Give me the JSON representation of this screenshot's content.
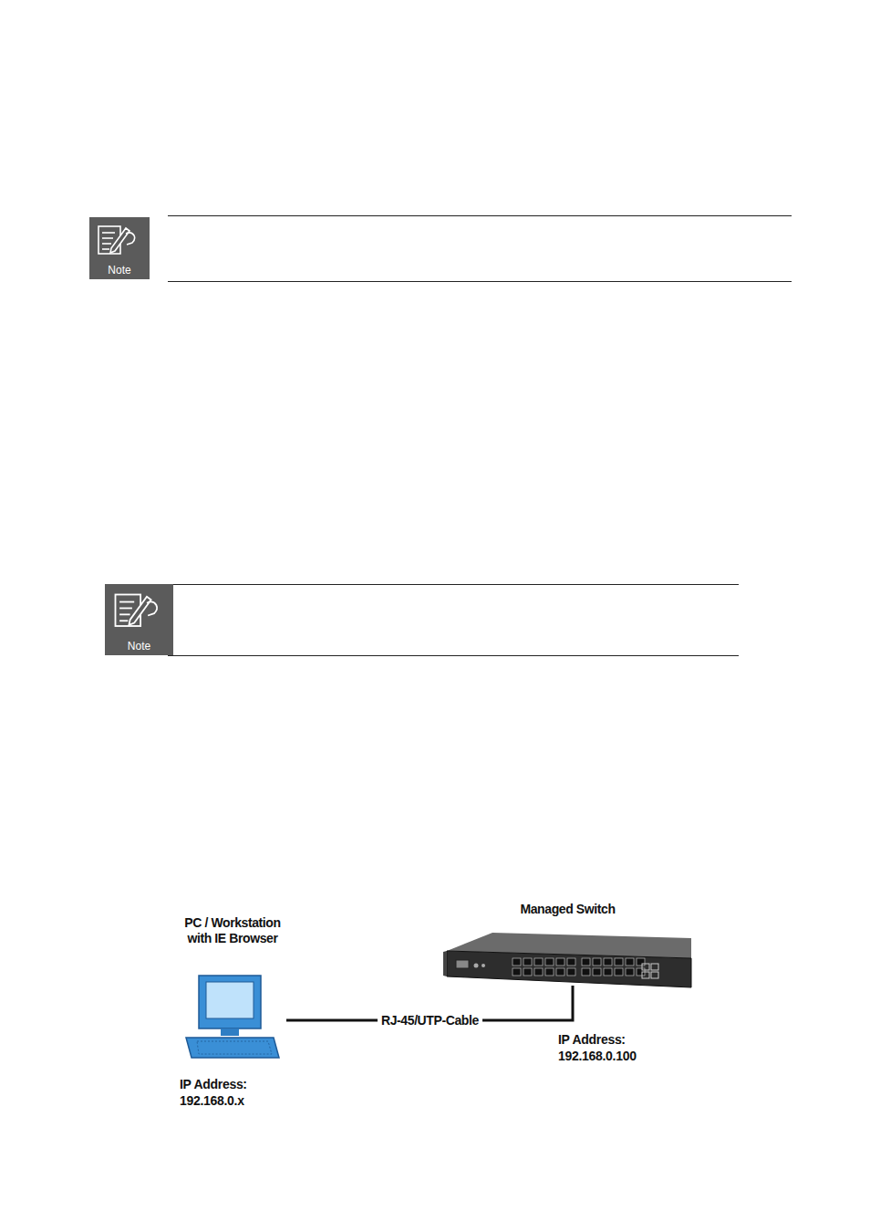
{
  "diagram": {
    "nodes": [
      {
        "text": [
          "Note"
        ]
      },
      {
        "text": [
          "Note"
        ]
      },
      {
        "text": [
          "PC / Workstation with IE Browser",
          "IP Address: 192.168.0.x"
        ]
      },
      {
        "text": [
          "Managed Switch",
          "IP Address: 192.168.0.100"
        ]
      }
    ],
    "edges": [
      {
        "from": 2,
        "to": 3,
        "arrow": "none",
        "label": "RJ-45/UTP-Cable"
      }
    ]
  }
}
